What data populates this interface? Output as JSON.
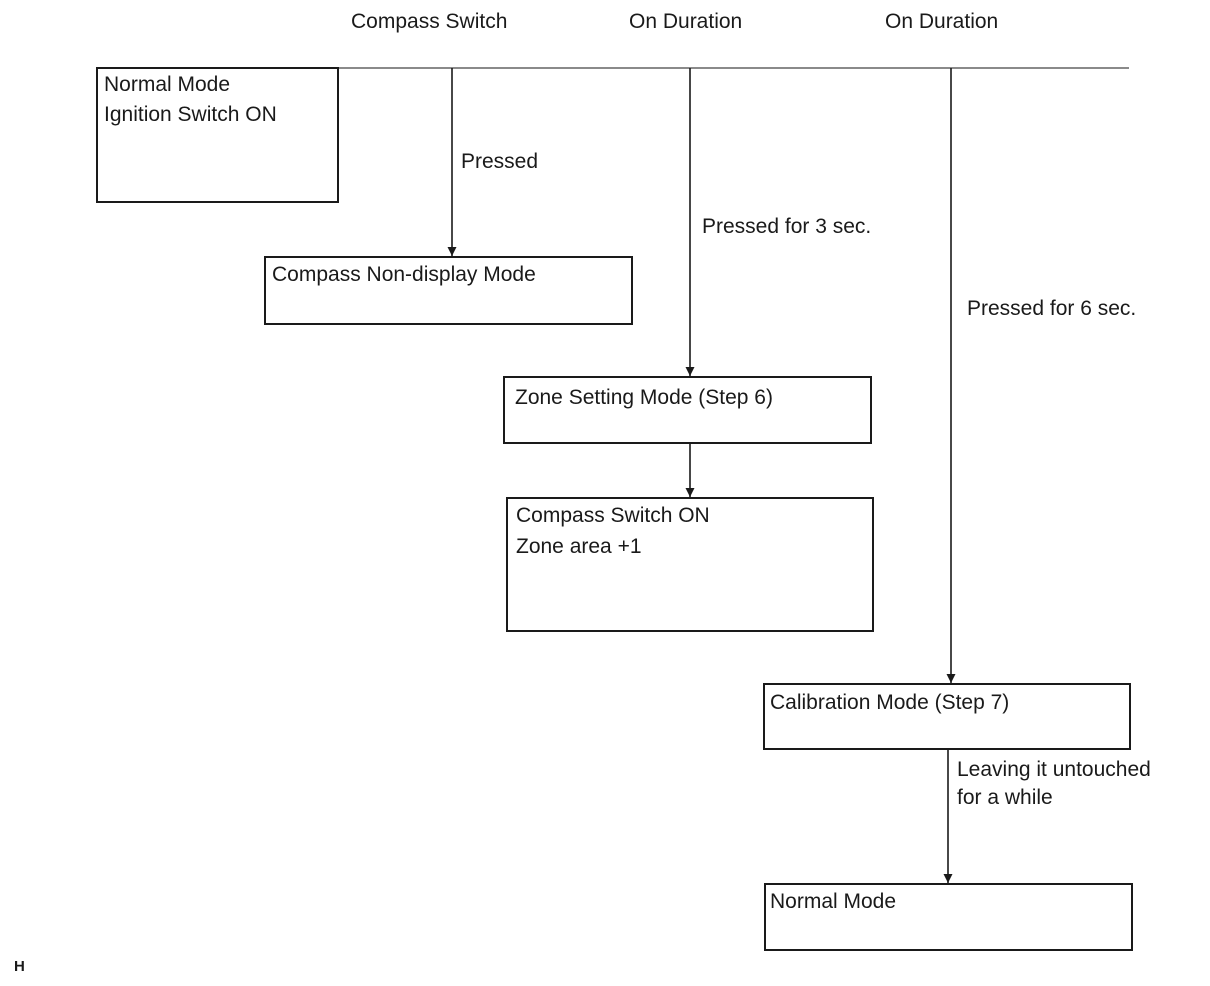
{
  "headers": {
    "compass_switch": "Compass Switch",
    "on_duration_1": "On Duration",
    "on_duration_2": "On Duration"
  },
  "boxes": {
    "normal_mode_start": {
      "line1": "Normal Mode",
      "line2": "Ignition Switch ON"
    },
    "compass_non_display": {
      "line1": "Compass Non-display Mode"
    },
    "zone_setting": {
      "line1": "Zone Setting Mode (Step 6)"
    },
    "compass_switch_on": {
      "line1": "Compass Switch ON",
      "line2": "Zone area +1"
    },
    "calibration": {
      "line1": "Calibration Mode (Step 7)"
    },
    "normal_mode_end": {
      "line1": "Normal Mode"
    }
  },
  "labels": {
    "pressed": "Pressed",
    "pressed_3": "Pressed for 3 sec.",
    "pressed_6": "Pressed for 6 sec.",
    "untouched_line1": "Leaving it untouched",
    "untouched_line2": "for a while"
  },
  "footer": {
    "mark": "H"
  }
}
